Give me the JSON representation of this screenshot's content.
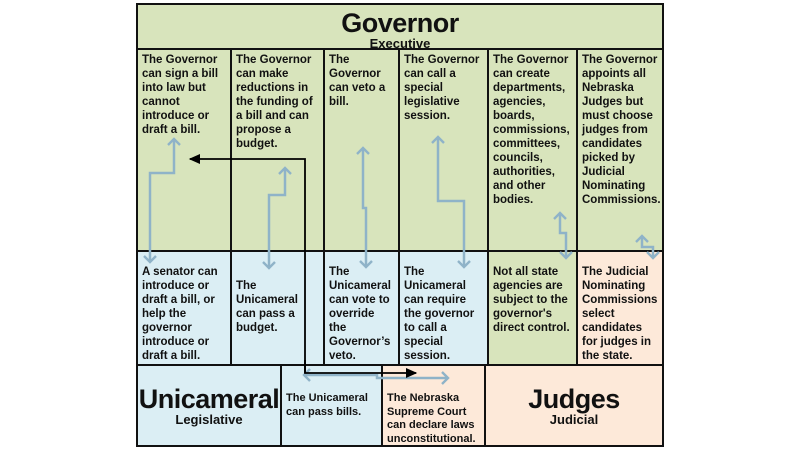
{
  "governor": {
    "title": "Governor",
    "subtitle": "Executive",
    "powers": [
      "The Governor can sign a bill into law but cannot introduce or draft a bill.",
      "The Governor can make reductions in the funding of a bill and can propose a budget.",
      "The Governor can veto a bill.",
      "The Governor can call a special legislative session.",
      "The Governor can create departments, agencies, boards, commissions, committees, councils, authorities, and other bodies.",
      "The Governor appoints all Nebraska Judges but must choose judges from candidates picked by Judicial Nominating Commissions."
    ]
  },
  "checks": [
    "A senator can introduce or draft a bill, or help the governor introduce or draft a bill.",
    "The Unicameral can pass a budget.",
    "The Unicameral can vote to override the Governor’s veto.",
    "The Unicameral can require the governor to call a special session.",
    "Not all state agencies are subject to the governor's direct control.",
    "The Judicial Nominating Commissions select candidates for judges in the state."
  ],
  "unicameral": {
    "title": "Unicameral",
    "subtitle": "Legislative",
    "power": "The Unicameral can pass bills."
  },
  "judges": {
    "title": "Judges",
    "subtitle": "Judicial",
    "power": "The Nebraska Supreme Court can declare laws unconstitutional."
  },
  "colors": {
    "executive": "#d8e4bc",
    "legislative": "#dbeef4",
    "judicial": "#fde9d9",
    "arrow_light": "#8fb3c8",
    "arrow_dark": "#000000"
  }
}
